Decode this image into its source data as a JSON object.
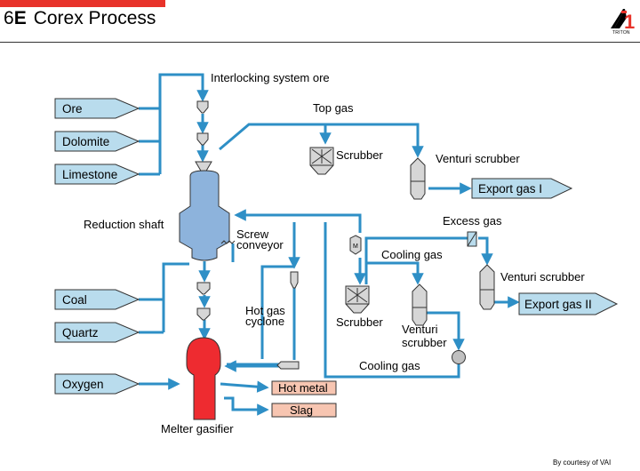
{
  "header": {
    "section_number": "6",
    "section_letter": "E",
    "title": "Corex Process",
    "logo_text": "TRITON"
  },
  "colors": {
    "accent_red": "#e8332a",
    "flow_line": "#2e8fc6",
    "input_fill": "#b9dced",
    "vessel_gray": "#d6d6d6",
    "shaft_blue": "#8db3dc",
    "gasifier_red": "#ee2b30",
    "product_fill": "#f7c5b1"
  },
  "inputs": {
    "ore": "Ore",
    "dolomite": "Dolomite",
    "limestone": "Limestone",
    "coal": "Coal",
    "quartz": "Quartz",
    "oxygen": "Oxygen"
  },
  "labels": {
    "interlocking": "Interlocking system ore",
    "top_gas": "Top gas",
    "scrubber_top": "Scrubber",
    "venturi_top": "Venturi scrubber",
    "export_gas_1": "Export gas I",
    "reduction_shaft": "Reduction shaft",
    "screw": "Screw",
    "conveyor": "conveyor",
    "excess_gas": "Excess gas",
    "cooling_gas_top": "Cooling gas",
    "venturi_right": "Venturi scrubber",
    "export_gas_2": "Export gas II",
    "hot_gas": "Hot gas",
    "cyclone": "cyclone",
    "scrubber_mid": "Scrubber",
    "venturi_mid_1": "Venturi",
    "venturi_mid_2": "scrubber",
    "cooling_gas_bottom": "Cooling gas",
    "hot_metal": "Hot metal",
    "slag": "Slag",
    "melter_gasifier": "Melter gasifier",
    "fan_symbol": "M"
  },
  "footer": {
    "credit": "By courtesy of VAI"
  }
}
